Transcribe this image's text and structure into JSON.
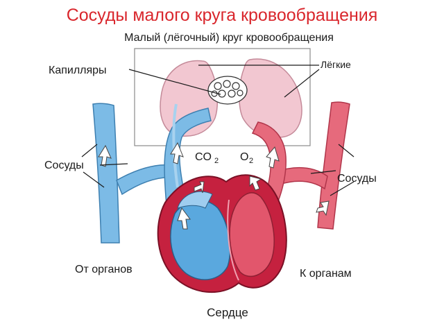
{
  "slide": {
    "title": "Сосуды малого круга кровообращения"
  },
  "diagram": {
    "subtitle": "Малый (лёгочный) круг кровообращения",
    "labels": {
      "capillaries": "Капилляры",
      "lungs": "Лёгкие",
      "co2": "CO",
      "co2_sub": "2",
      "o2": "O",
      "o2_sub": "2",
      "vessels_left": "Сосуды",
      "vessels_right": "Сосуды",
      "from_organs": "От органов",
      "to_organs": "К органам",
      "heart": "Сердце"
    },
    "colors": {
      "venous_blue": "#5aa8de",
      "arterial_red": "#e2566c",
      "lung_pink": "#f2c7d1",
      "heart_wall": "#b81f3a",
      "title_red": "#d9262c"
    }
  }
}
